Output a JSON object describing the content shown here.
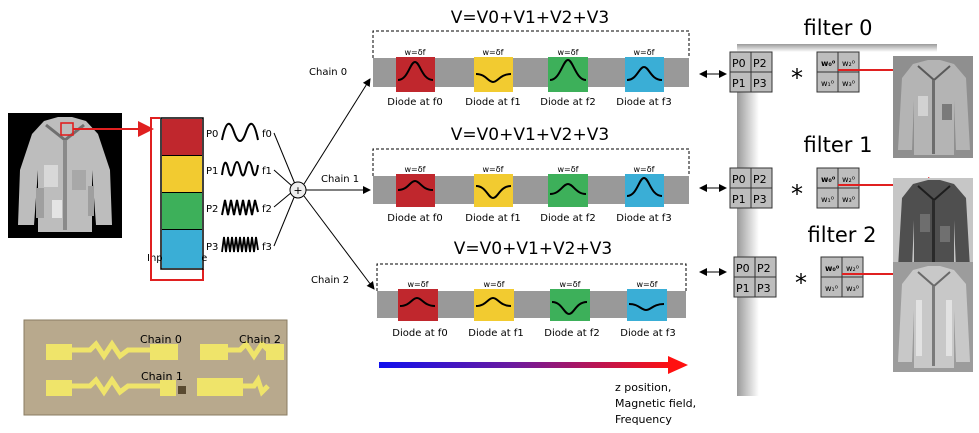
{
  "equation": "V=V0+V1+V2+V3",
  "chains": [
    {
      "label": "Chain 0",
      "filter": "filter 0"
    },
    {
      "label": "Chain 1",
      "filter": "filter 1"
    },
    {
      "label": "Chain 2",
      "filter": "filter 2"
    }
  ],
  "width_label": "w=δf",
  "diodes": [
    "Diode at f0",
    "Diode at f1",
    "Diode at f2",
    "Diode at f3"
  ],
  "input": {
    "caption": "Input image",
    "pixel_labels": [
      "P0",
      "P1",
      "P2",
      "P3"
    ],
    "freq_labels": [
      "f0",
      "f1",
      "f2",
      "f3"
    ],
    "colors": [
      "#c0272d",
      "#f2cb30",
      "#3db05a",
      "#3aaed6"
    ]
  },
  "adder_symbol": "+",
  "grid_labels": [
    "P0",
    "P2",
    "P1",
    "P3"
  ],
  "weight_labels": [
    "w₀⁰",
    "w₂⁰",
    "w₁⁰",
    "w₃⁰"
  ],
  "conv_symbol": "*",
  "bidirectional_arrow": "↔",
  "axis_caption": [
    "z position,",
    "Magnetic field,",
    "Frequency"
  ],
  "chip_labels": [
    "Chain 0",
    "Chain 2",
    "Chain 1"
  ]
}
